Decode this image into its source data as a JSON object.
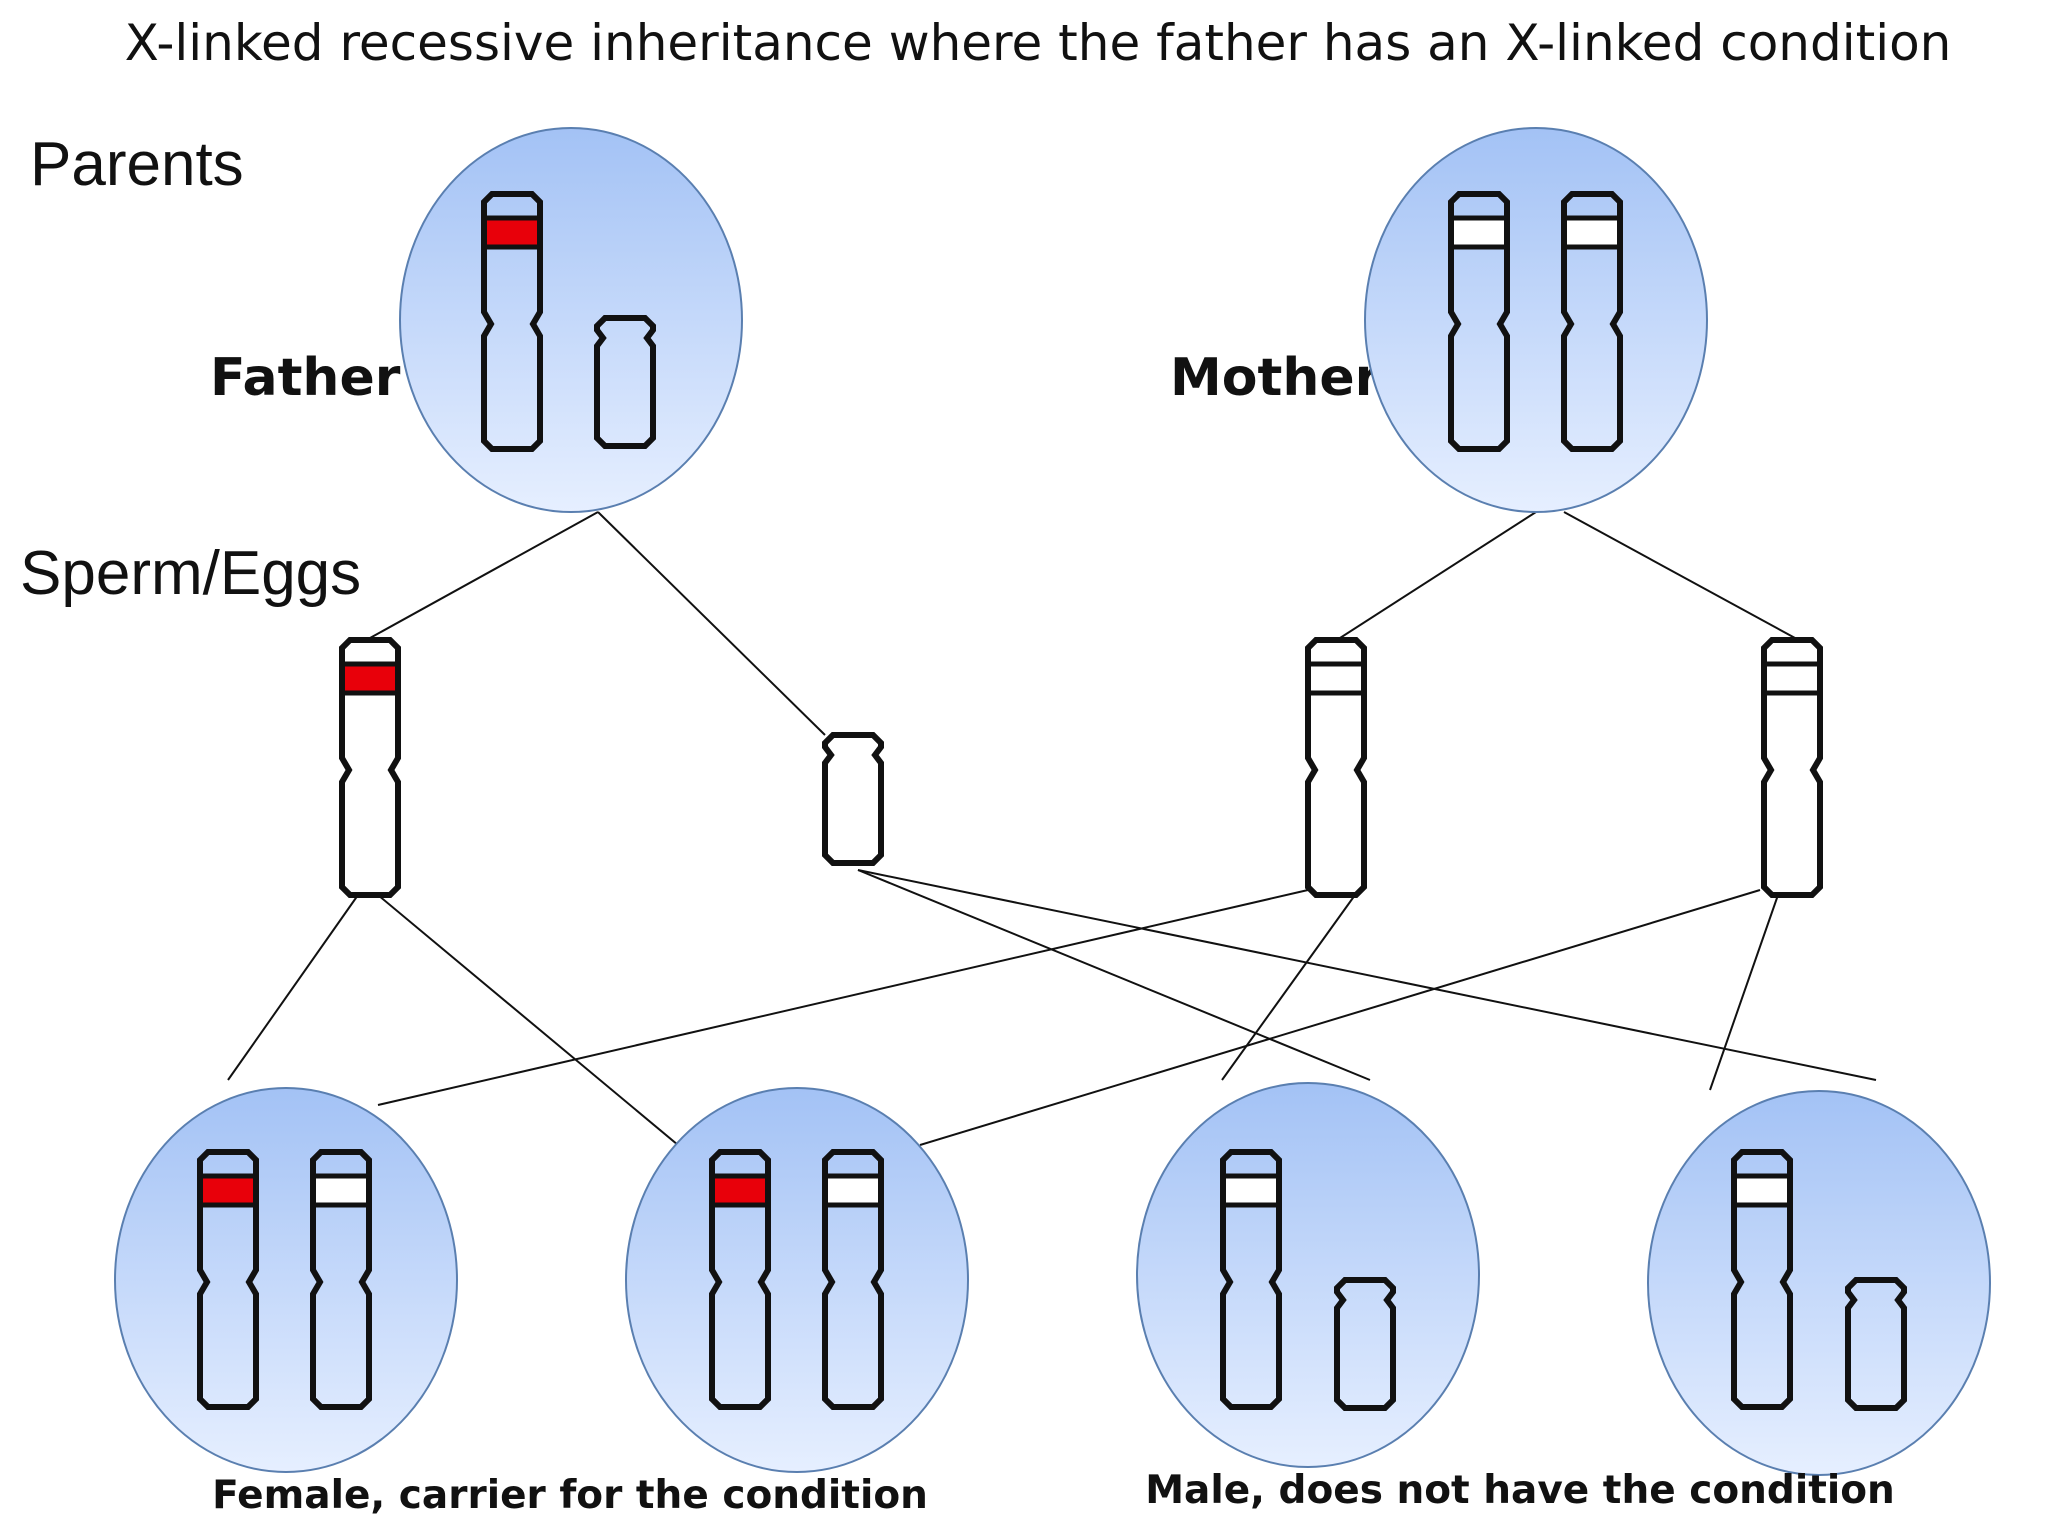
{
  "title": "X-linked recessive inheritance where the  father has an X-linked condition",
  "sections": {
    "parents": "Parents",
    "gametes": "Sperm/Eggs"
  },
  "parents": {
    "father": "Father",
    "mother": "Mother"
  },
  "captions": {
    "female": "Female, carrier for the condition",
    "male": "Male, does not have the condition"
  },
  "colors": {
    "affected_band": "#e8000a",
    "normal_band": "#ffffff",
    "cell_top": "#a3c2f5",
    "cell_bottom": "#e6efff",
    "outline": "#111111"
  }
}
